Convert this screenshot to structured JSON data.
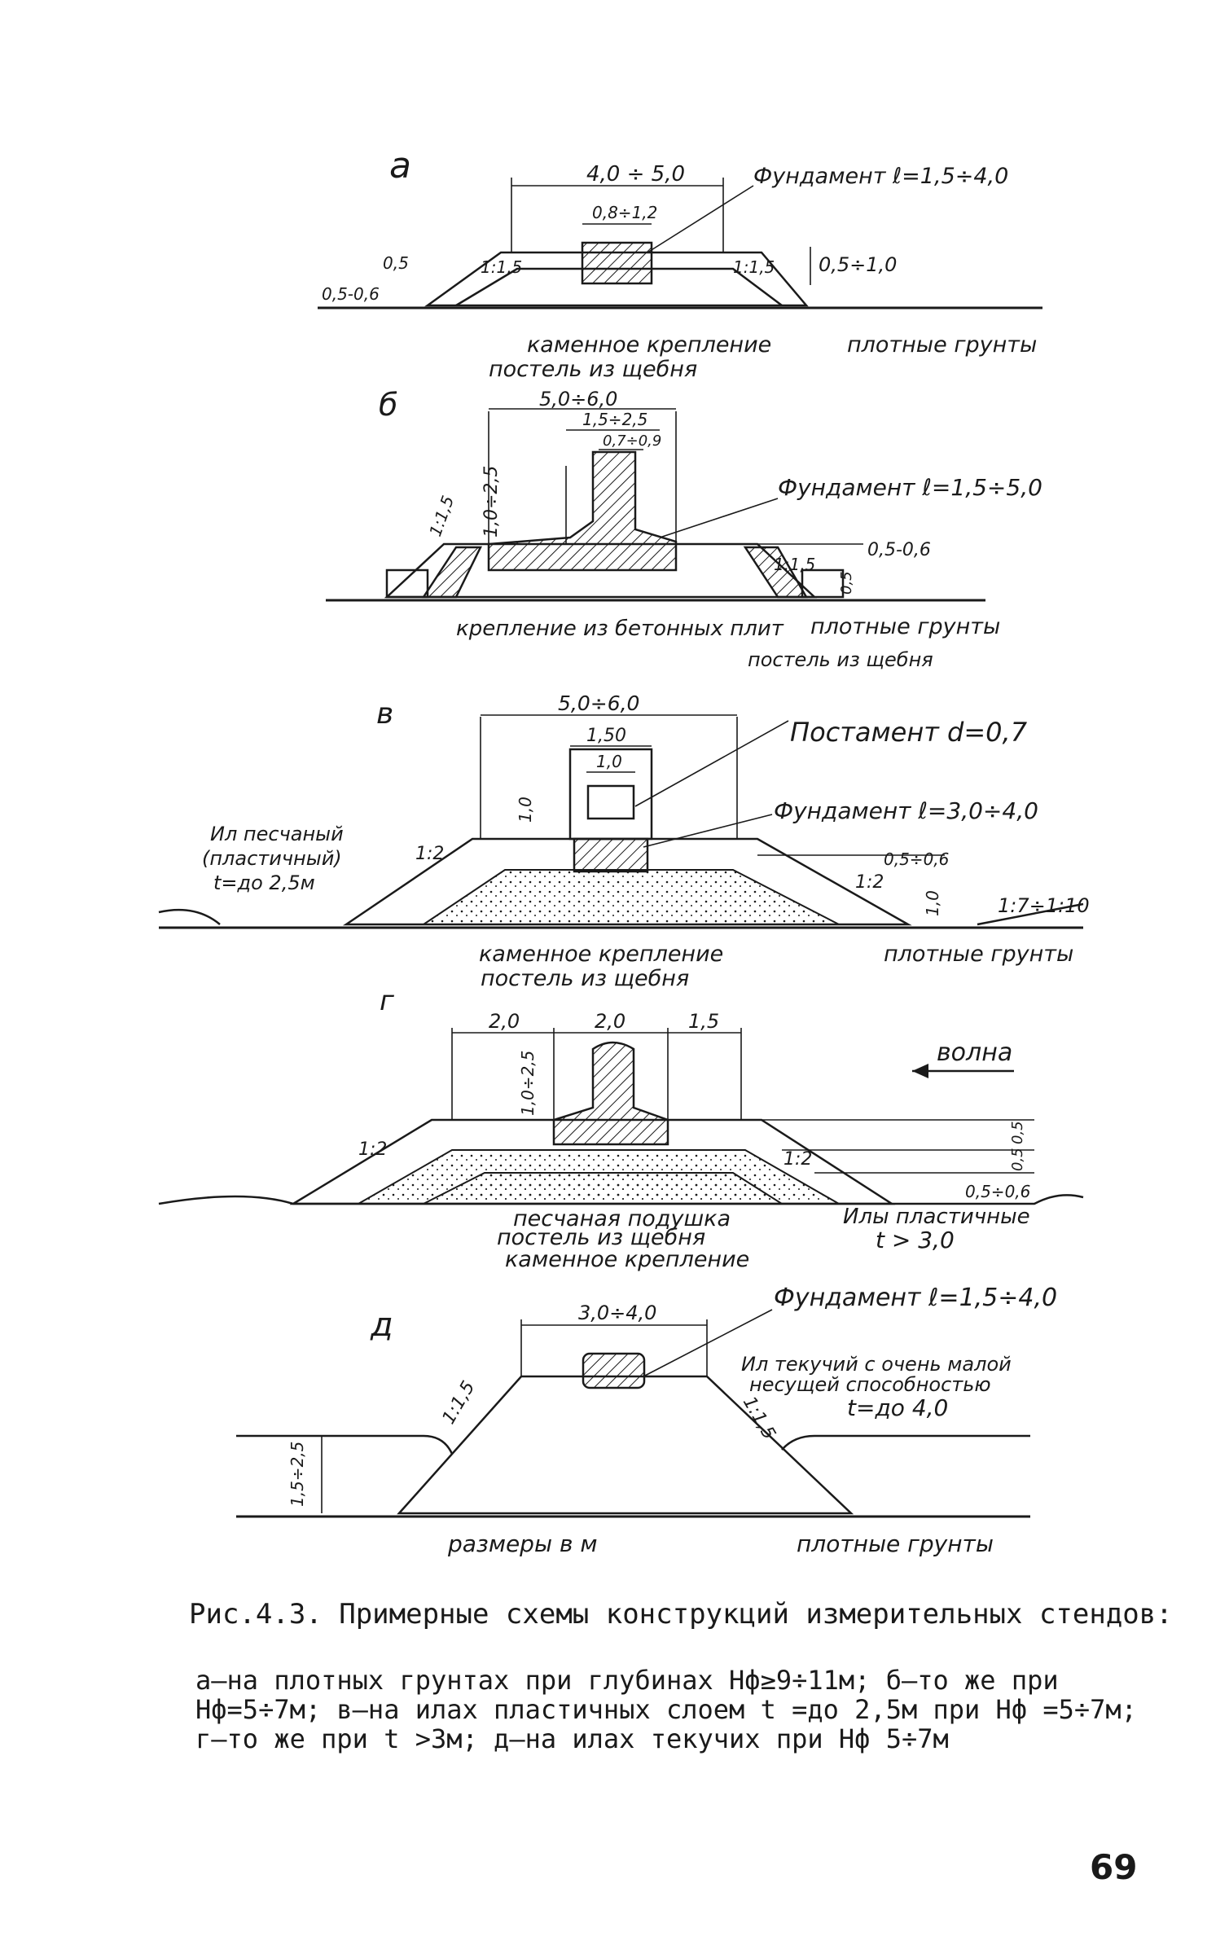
{
  "diagram_a": {
    "letter": "а",
    "top_width": "4,0 ÷ 5,0",
    "mid_width": "0,8÷1,2",
    "foundation": "Фундамент ℓ=1,5÷4,0",
    "left_h1": "0,5",
    "left_h2": "0,5-0,6",
    "slope_l": "1:1,5",
    "slope_r": "1:1,5",
    "right_h": "0,5÷1,0",
    "lbl_stone": "каменное крепление",
    "lbl_bed": "постель из щебня",
    "lbl_ground": "плотные грунты"
  },
  "diagram_b": {
    "letter": "б",
    "w1": "5,0÷6,0",
    "w2": "1,5÷2,5",
    "w3": "0,7÷0,9",
    "h1": "1,0÷2,5",
    "foundation": "Фундамент ℓ=1,5÷5,0",
    "slope_l": "1:1,5",
    "slope_r": "1:1,5",
    "right_h": "0,5-0,6",
    "right_h2": "0,5",
    "lbl_conc": "крепление из бетонных плит",
    "lbl_ground": "плотные грунты",
    "lbl_bed": "постель из щебня"
  },
  "diagram_v": {
    "letter": "в",
    "w1": "5,0÷6,0",
    "w2": "1,50",
    "w3": "1,0",
    "h1": "1,0",
    "postament": "Постамент d=0,7",
    "foundation": "Фундамент ℓ=3,0÷4,0",
    "silt1": "Ил песчаный",
    "silt2": "(пластичный)",
    "silt3": "t=до 2,5м",
    "slope_l": "1:2",
    "slope_r": "1:2",
    "right_h": "0,5÷0,6",
    "right_h2": "1,0",
    "far_slope": "1:7÷1:10",
    "lbl_stone": "каменное крепление",
    "lbl_bed": "постель из щебня",
    "lbl_ground": "плотные грунты"
  },
  "diagram_g": {
    "letter": "г",
    "w1": "2,0",
    "w2": "2,0",
    "w3": "1,5",
    "h1": "1,0÷2,5",
    "wave": "волна",
    "slope_l": "1:2",
    "slope_r": "1:2",
    "h_r1": "0,5",
    "h_r2": "0,5",
    "h_r3": "0,5÷0,6",
    "silt1": "Илы пластичные",
    "silt2": "t > 3,0",
    "lbl_sand": "песчаная подушка",
    "lbl_bed": "постель из щебня",
    "lbl_stone": "каменное крепление"
  },
  "diagram_d": {
    "letter": "д",
    "w1": "3,0÷4,0",
    "foundation": "Фундамент ℓ=1,5÷4,0",
    "silt1": "Ил текучий с очень малой",
    "silt2": "несущей способностью",
    "silt3": "t=до 4,0",
    "slope_l": "1:1,5",
    "slope_r": "1:1,5",
    "left_h": "1,5÷2,5",
    "lbl_units": "размеры в м",
    "lbl_ground": "плотные грунты"
  },
  "caption": {
    "title": "Рис.4.3.  Примерные схемы конструкций измерительных стендов:",
    "body": "а–на плотных грунтах при глубинах Нф≥9÷11м; б–то же при Нф=5÷7м; в–на илах пластичных слоем t =до 2,5м при Нф =5÷7м; г–то же при t >3м; д–на илах текучих при Нф 5÷7м"
  },
  "page_number": "69"
}
